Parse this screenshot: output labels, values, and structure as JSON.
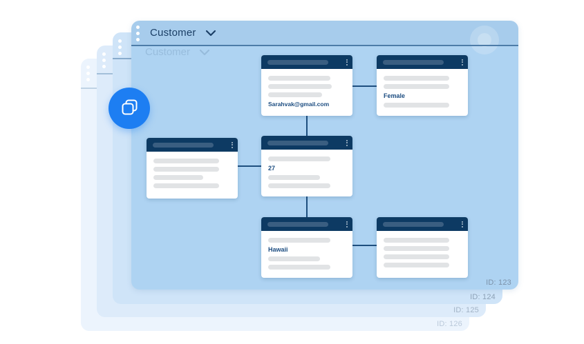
{
  "window": {
    "title": "Customer",
    "ghost_title": "Customer",
    "id_label": "ID: 123"
  },
  "stacked_panels": [
    {
      "id_label": "ID: 124"
    },
    {
      "id_label": "ID: 125"
    },
    {
      "id_label": "ID: 126"
    }
  ],
  "cards": {
    "email": {
      "value": "Sarahvak@gmail.com"
    },
    "gender": {
      "value": "Female"
    },
    "age": {
      "value": "27"
    },
    "location": {
      "value": "Hawaii"
    }
  },
  "icons": {
    "fab": "copy-icon",
    "header_left": "drag-handle-icon",
    "header_right": "chevron-down-icon",
    "card_header_right": "kebab-menu-icon"
  },
  "colors": {
    "accent_blue": "#1d7ef2",
    "panel_blue": "#aed3f2",
    "card_header_navy": "#0d3a63",
    "connector_navy": "#1d4e7e",
    "value_text_navy": "#1b4c80"
  }
}
